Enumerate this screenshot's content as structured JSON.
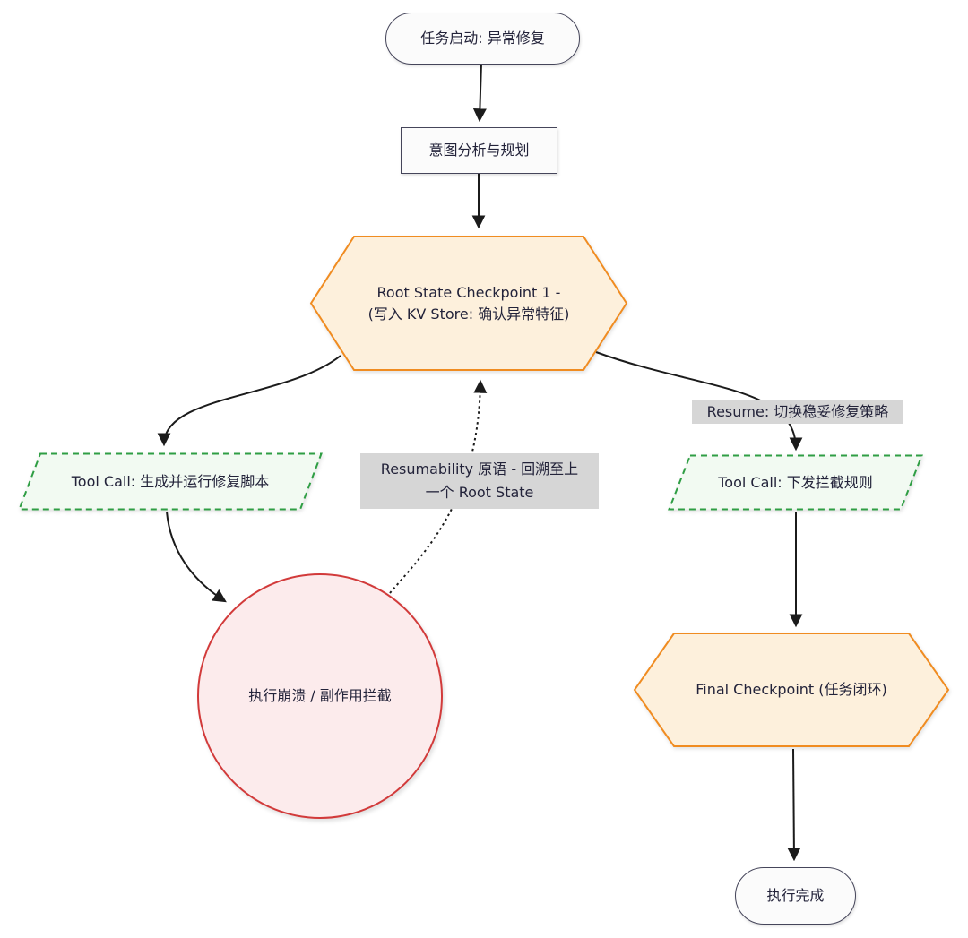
{
  "nodes": {
    "start": {
      "label": "任务启动: 异常修复"
    },
    "plan": {
      "label": "意图分析与规划"
    },
    "checkpoint1": {
      "line1": "Root State Checkpoint 1 -",
      "line2": "(写入 KV Store: 确认异常特征)"
    },
    "tool_repair": {
      "label": "Tool Call: 生成并运行修复脚本"
    },
    "crash": {
      "label": "执行崩溃 / 副作用拦截"
    },
    "tool_intercept": {
      "label": "Tool Call: 下发拦截规则"
    },
    "final_checkpoint": {
      "label": "Final Checkpoint (任务闭环)"
    },
    "done": {
      "label": "执行完成"
    }
  },
  "edge_labels": {
    "resumability": {
      "line1": "Resumability 原语 - 回溯至上",
      "line2": "一个 Root State"
    },
    "resume": {
      "label": "Resume: 切换稳妥修复策略"
    }
  },
  "colors": {
    "canvas_bg": "#ffffff",
    "text_color": "#23233a",
    "edge_color": "#1b1b1b",
    "node_fill": "#fbfbfb",
    "node_border": "#45455a",
    "checkpoint_fill": "#fdf0dc",
    "checkpoint_border": "#f08c21",
    "tool_fill": "#f2faf2",
    "tool_border": "#2f9e44",
    "crash_fill": "#fcebec",
    "crash_border": "#d23a3a",
    "label_bg": "#d6d6d6"
  }
}
